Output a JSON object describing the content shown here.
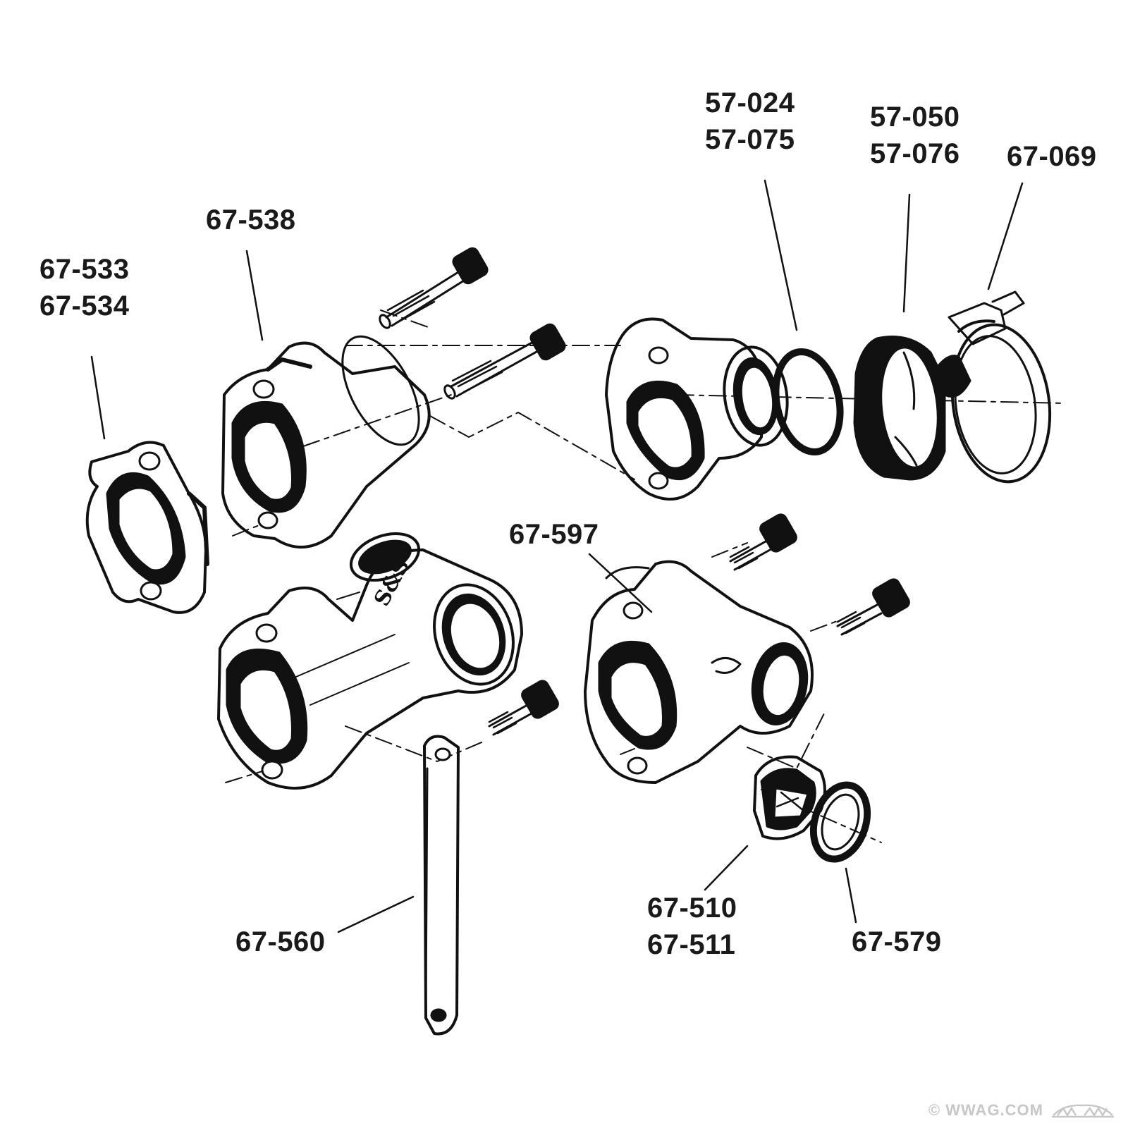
{
  "diagram": {
    "labels": [
      {
        "id": "lbl-57-024",
        "lines": [
          "57-024",
          "57-075"
        ]
      },
      {
        "id": "lbl-57-050",
        "lines": [
          "57-050",
          "57-076"
        ]
      },
      {
        "id": "lbl-67-069",
        "lines": [
          "67-069"
        ]
      },
      {
        "id": "lbl-67-538",
        "lines": [
          "67-538"
        ]
      },
      {
        "id": "lbl-67-533",
        "lines": [
          "67-533",
          "67-534"
        ]
      },
      {
        "id": "lbl-67-597",
        "lines": [
          "67-597"
        ]
      },
      {
        "id": "lbl-67-510",
        "lines": [
          "67-510",
          "67-511"
        ]
      },
      {
        "id": "lbl-67-579",
        "lines": [
          "67-579"
        ]
      },
      {
        "id": "lbl-67-560",
        "lines": [
          "67-560"
        ]
      }
    ],
    "manifold_embossing": "S&S",
    "colors": {
      "ink": "#111111",
      "background": "#ffffff",
      "watermark": "#9a9a9a"
    }
  },
  "watermark": {
    "text": "© WWAG.COM",
    "logo_icon": "wwag-logo-icon"
  }
}
